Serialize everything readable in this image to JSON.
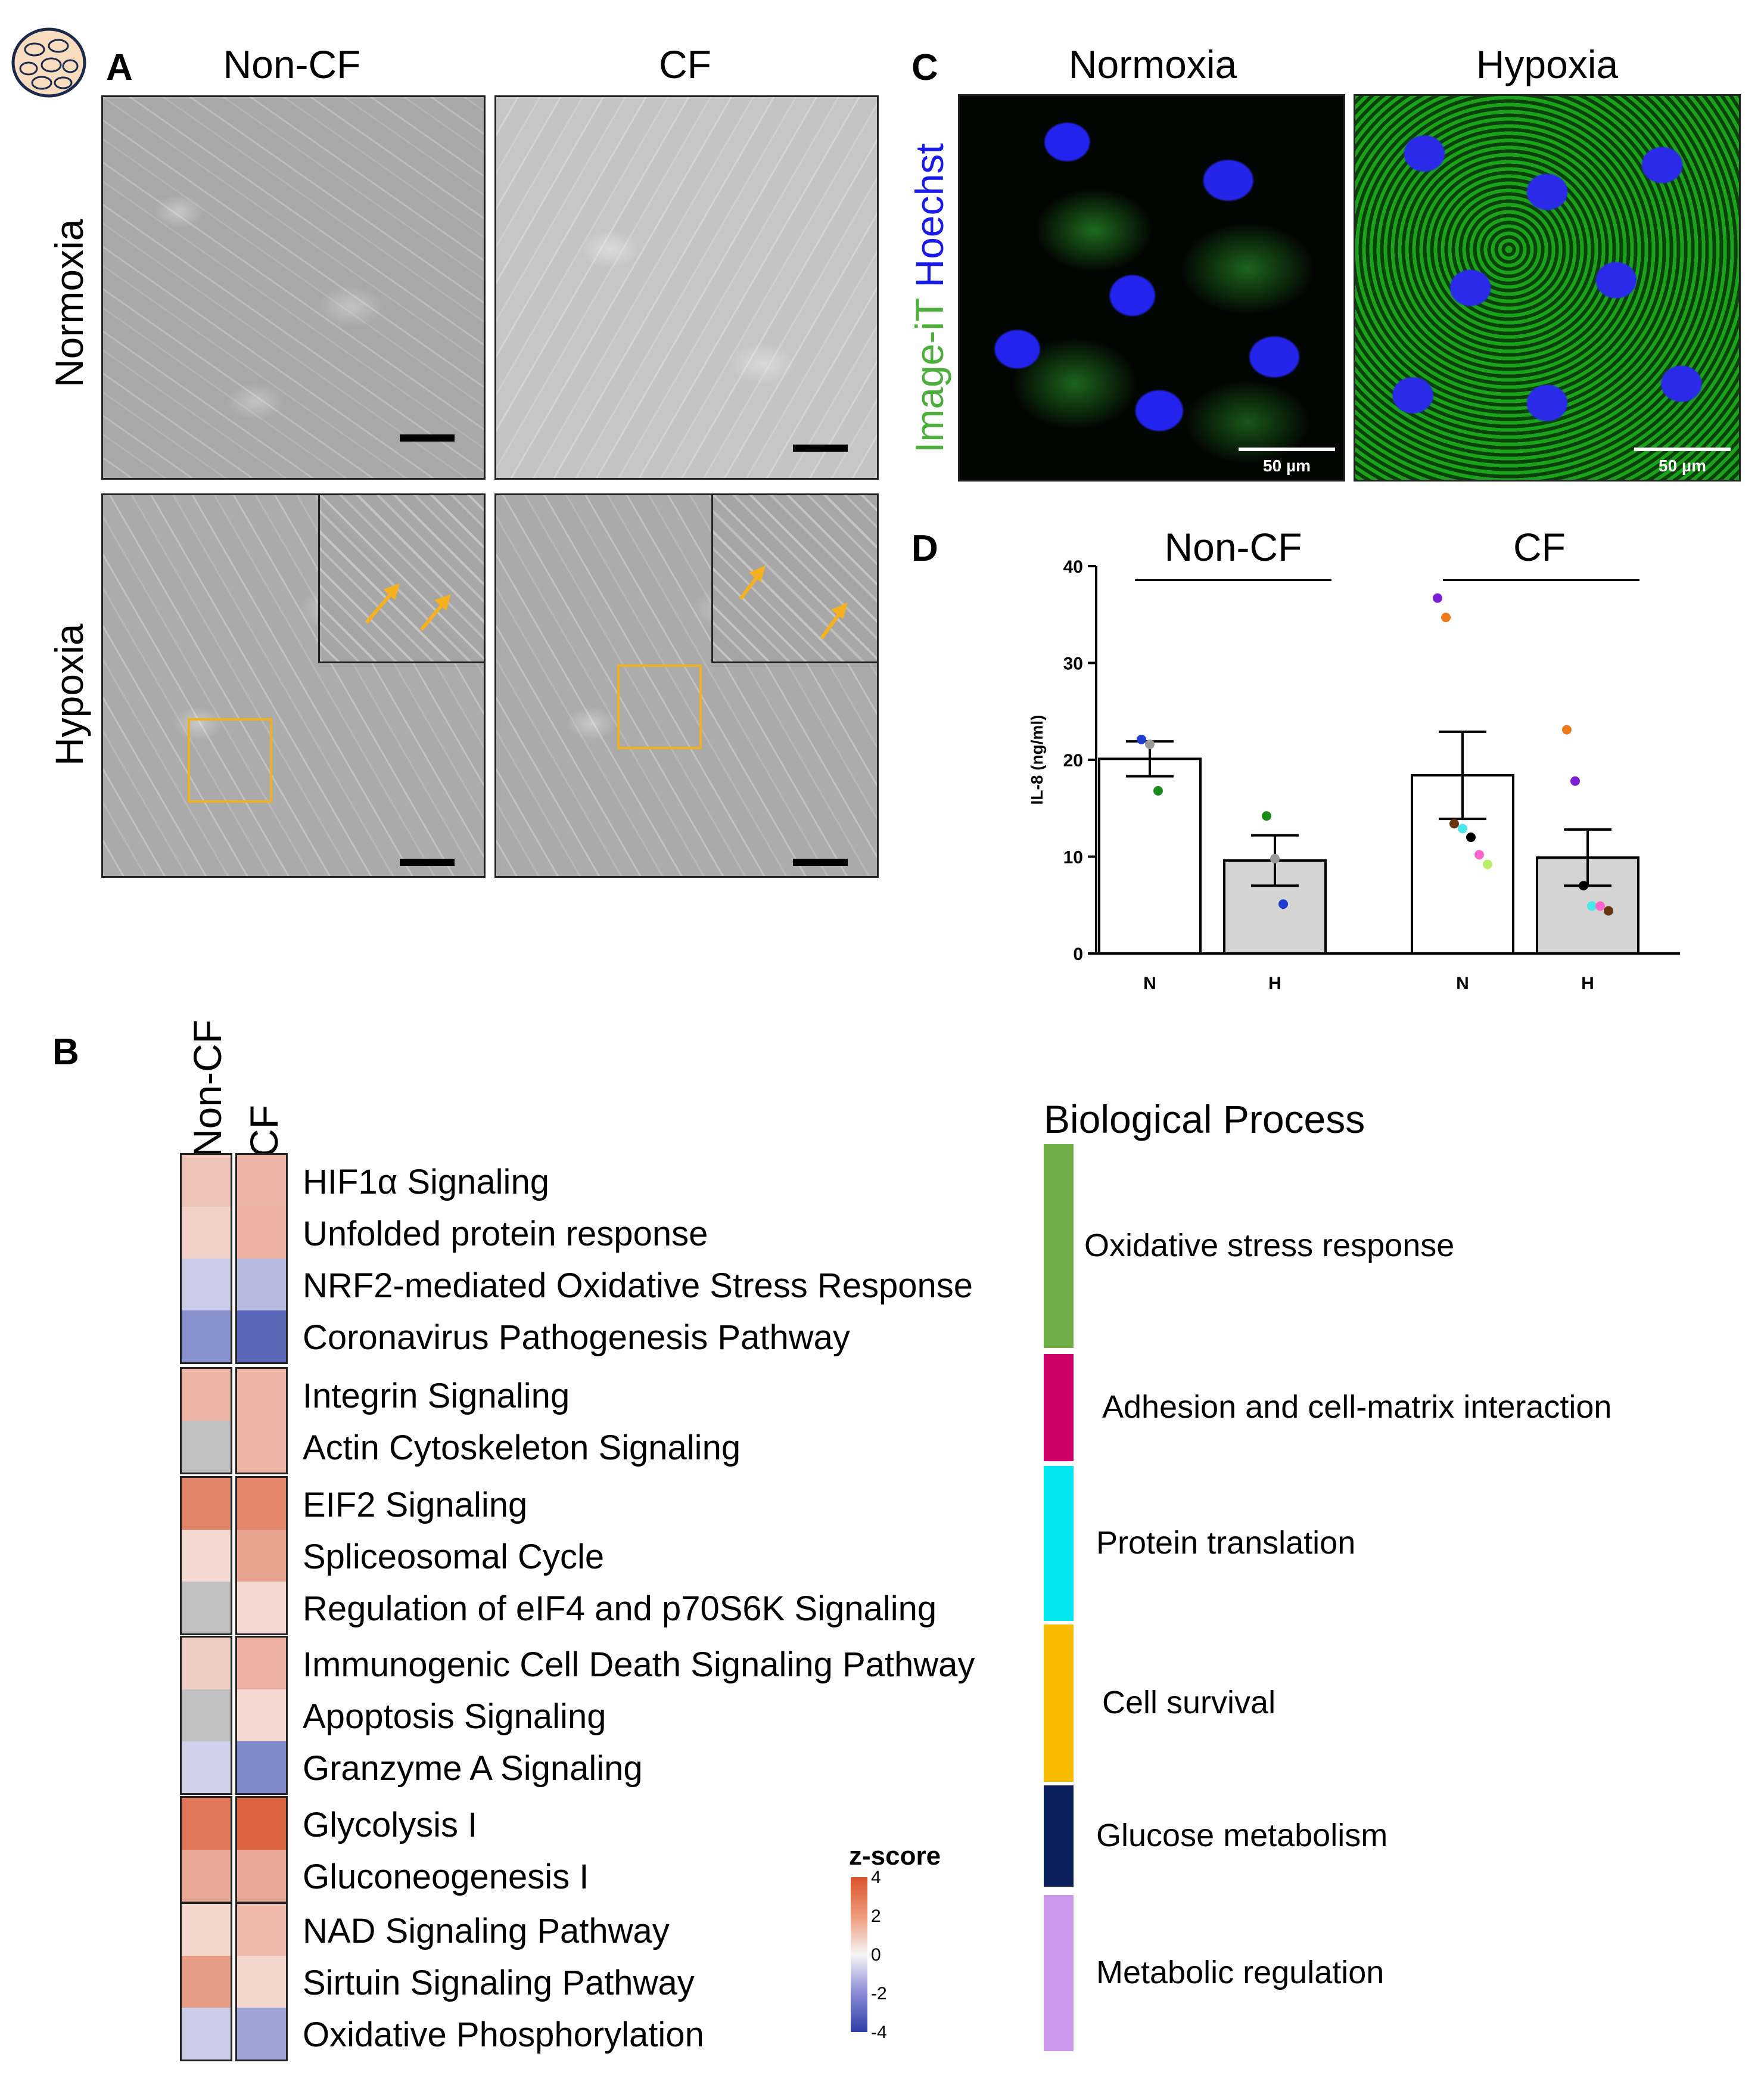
{
  "colors": {
    "arrow": "#f5b21e",
    "zoombox": "#f0b020",
    "green_stain": "#4caf3c",
    "blue_stain": "#1a1ae6"
  },
  "panelA": {
    "label": "A",
    "col_titles": [
      "Non-CF",
      "CF"
    ],
    "row_titles": [
      "Normoxia",
      "Hypoxia"
    ]
  },
  "panelC": {
    "label": "C",
    "col_titles": [
      "Normoxia",
      "Hypoxia"
    ],
    "ylabel_part1": "Image-iT",
    "ylabel_part2": "Hoechst",
    "scale_text": "50 µm"
  },
  "panelD": {
    "label": "D",
    "group_labels": [
      "Non-CF",
      "CF"
    ]
  },
  "chart_data": {
    "type": "bar",
    "ylabel": "IL-8 (ng/ml)",
    "ylim": [
      0,
      40
    ],
    "yticks": [
      0,
      10,
      20,
      30,
      40
    ],
    "categories": [
      "N",
      "H",
      "N",
      "H"
    ],
    "groups": [
      "Non-CF",
      "Non-CF",
      "CF",
      "CF"
    ],
    "values": [
      20.1,
      9.6,
      18.4,
      9.9
    ],
    "sem": [
      1.8,
      2.6,
      4.5,
      2.9
    ],
    "bar_colors": [
      "#ffffff",
      "#d4d4d4",
      "#ffffff",
      "#d4d4d4"
    ],
    "points": [
      [
        {
          "y": 22.1,
          "c": "#1f3cd0"
        },
        {
          "y": 21.6,
          "c": "#9a9a9a"
        },
        {
          "y": 16.8,
          "c": "#1a8a1a"
        }
      ],
      [
        {
          "y": 14.2,
          "c": "#1a8a1a"
        },
        {
          "y": 9.8,
          "c": "#9a9a9a"
        },
        {
          "y": 5.1,
          "c": "#1f3cd0"
        }
      ],
      [
        {
          "y": 36.7,
          "c": "#7a1fd6"
        },
        {
          "y": 34.7,
          "c": "#f07a1a"
        },
        {
          "y": 13.4,
          "c": "#6b3410"
        },
        {
          "y": 12.9,
          "c": "#4ae8e8"
        },
        {
          "y": 12.0,
          "c": "#000000"
        },
        {
          "y": 10.2,
          "c": "#ff66cc"
        },
        {
          "y": 9.2,
          "c": "#b8ee6a"
        }
      ],
      [
        {
          "y": 23.1,
          "c": "#f07a1a"
        },
        {
          "y": 17.8,
          "c": "#7a1fd6"
        },
        {
          "y": 7.0,
          "c": "#000000"
        },
        {
          "y": 4.9,
          "c": "#4ae8e8"
        },
        {
          "y": 4.9,
          "c": "#ff66cc"
        },
        {
          "y": 4.4,
          "c": "#6b3410"
        }
      ]
    ]
  },
  "panelB": {
    "label": "B",
    "col_headers": [
      "Non-CF",
      "CF"
    ],
    "bp_title": "Biological Process",
    "colorbar_title": "z-score",
    "colorbar_ticks": [
      "4",
      "2",
      "0",
      "-2",
      "-4"
    ],
    "groups": [
      {
        "process": "Oxidative stress response",
        "color": "#70ad47",
        "rows": [
          {
            "name": "HIF1α Signaling",
            "z": [
              1.2,
              1.6
            ]
          },
          {
            "name": "Unfolded protein response",
            "z": [
              0.9,
              1.7
            ]
          },
          {
            "name": "NRF2-mediated Oxidative Stress Response",
            "z": [
              -0.9,
              -1.3
            ]
          },
          {
            "name": "Coronavirus Pathogenesis Pathway",
            "z": [
              -2.2,
              -3.1
            ]
          }
        ]
      },
      {
        "process": "Adhesion and cell-matrix interaction",
        "color": "#cc0066",
        "rows": [
          {
            "name": "Integrin Signaling",
            "z": [
              1.6,
              1.6
            ]
          },
          {
            "name": "Actin Cytoskeleton Signaling",
            "z": [
              null,
              1.6
            ]
          }
        ]
      },
      {
        "process": "Protein translation",
        "color": "#00e5ee",
        "rows": [
          {
            "name": "EIF2 Signaling",
            "z": [
              2.8,
              2.7
            ]
          },
          {
            "name": "Spliceosomal Cycle",
            "z": [
              0.7,
              2.0
            ]
          },
          {
            "name": "Regulation of eIF4 and p70S6K Signaling",
            "z": [
              null,
              0.7
            ]
          }
        ]
      },
      {
        "process": "Cell survival",
        "color": "#f7bb00",
        "rows": [
          {
            "name": "Immunogenic Cell Death Signaling Pathway",
            "z": [
              1.0,
              1.7
            ]
          },
          {
            "name": "Apoptosis Signaling",
            "z": [
              null,
              0.7
            ]
          },
          {
            "name": "Granzyme A Signaling",
            "z": [
              -0.8,
              -2.4
            ]
          }
        ]
      },
      {
        "process": "Glucose metabolism",
        "color": "#0a1f5c",
        "rows": [
          {
            "name": "Glycolysis I",
            "z": [
              3.1,
              3.6
            ]
          },
          {
            "name": "Gluconeogenesis I",
            "z": [
              1.9,
              1.9
            ]
          }
        ]
      },
      {
        "process": "Metabolic regulation",
        "color": "#cc99ee",
        "rows": [
          {
            "name": "NAD Signaling Pathway",
            "z": [
              0.8,
              1.5
            ]
          },
          {
            "name": "Sirtuin Signaling Pathway",
            "z": [
              2.2,
              0.8
            ]
          },
          {
            "name": "Oxidative Phosphorylation",
            "z": [
              -0.9,
              -1.8
            ]
          }
        ]
      }
    ]
  }
}
